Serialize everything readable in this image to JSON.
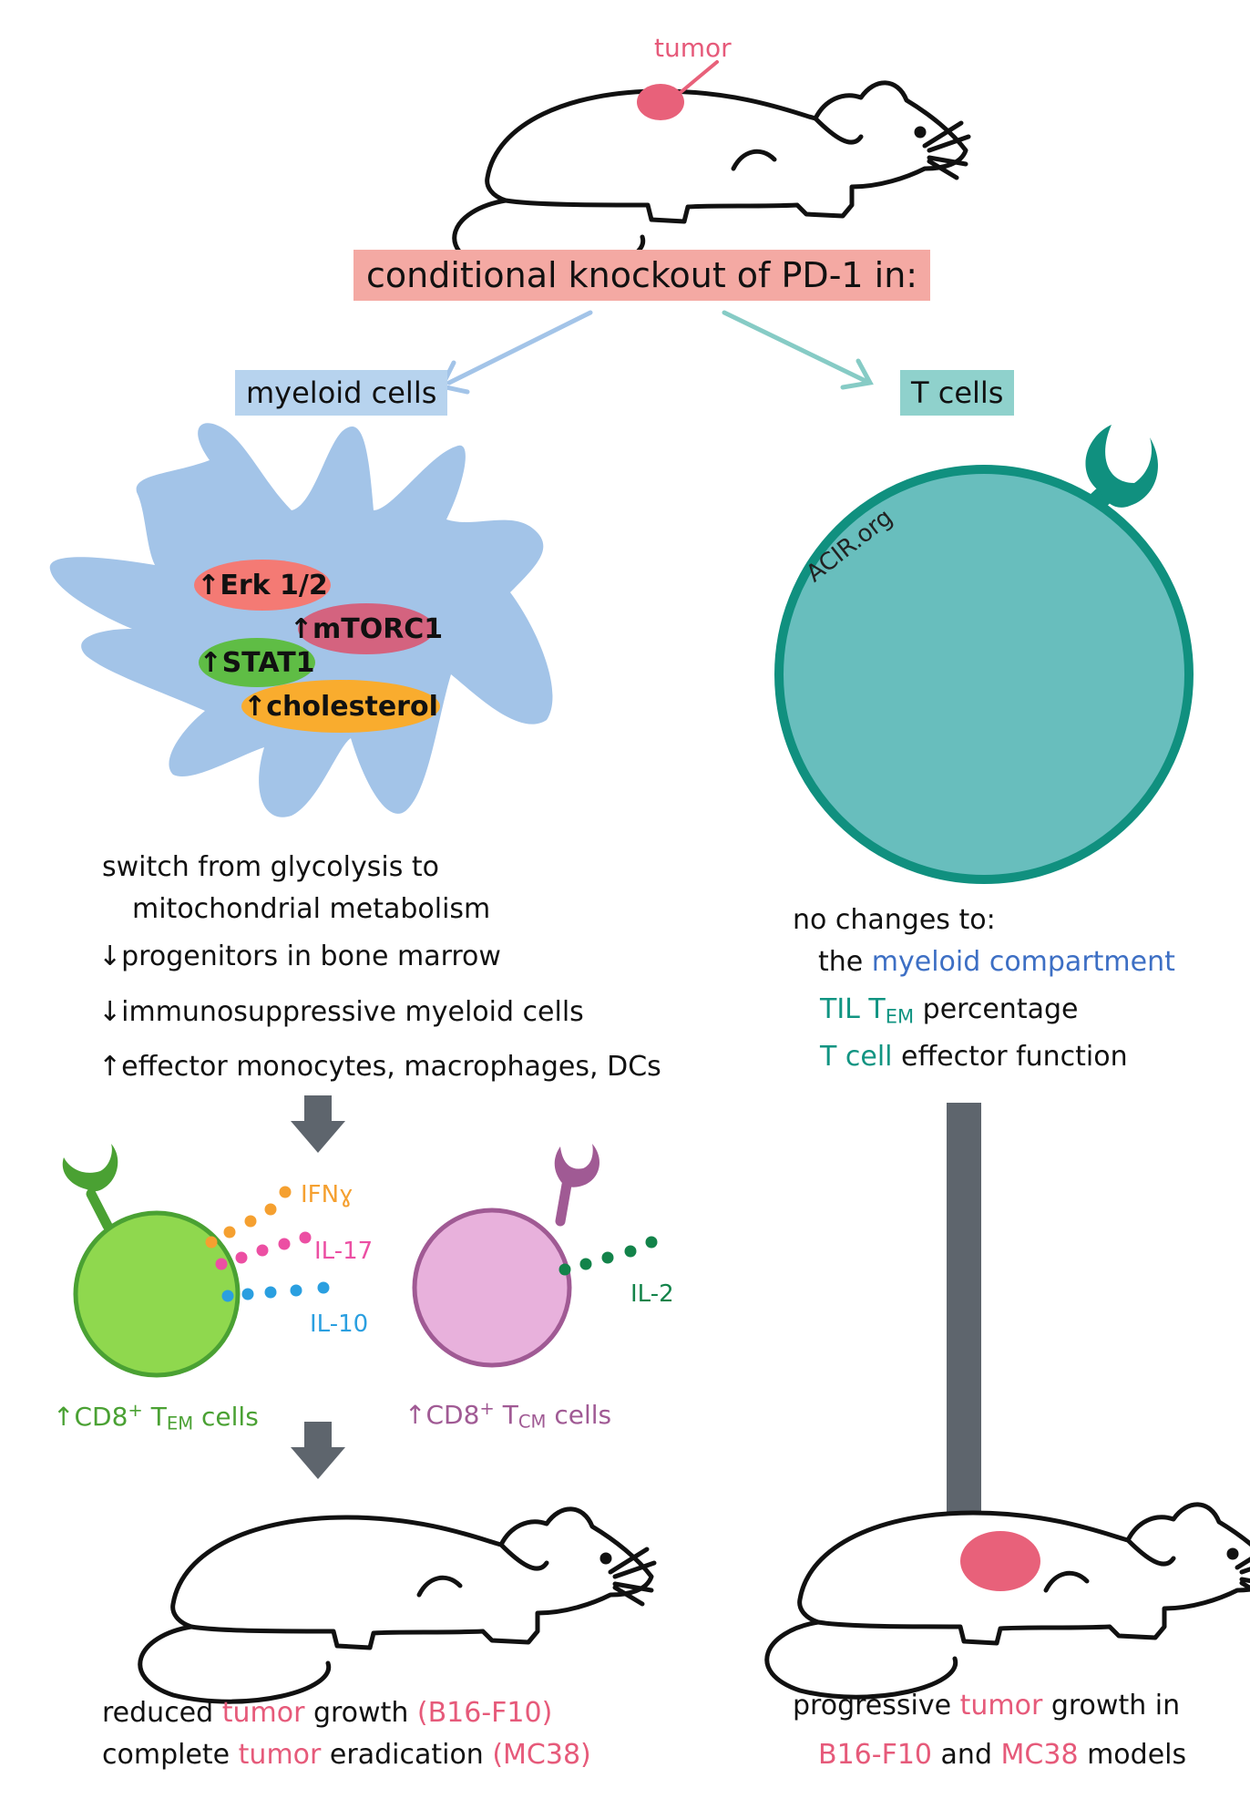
{
  "tumor_label": "tumor",
  "title": "conditional knockout of PD-1 in:",
  "branches": {
    "myeloid": {
      "label": "myeloid cells"
    },
    "tcells": {
      "label": "T cells"
    }
  },
  "watermark": "ACIR.org",
  "pills": {
    "erk": "↑Erk 1/2",
    "mtorc1": "↑mTORC1",
    "stat1": "↑STAT1",
    "cholesterol": "↑cholesterol"
  },
  "myeloid_effects": {
    "l1": "switch from glycolysis to",
    "l2": "mitochondrial metabolism",
    "l3": "↓progenitors in bone marrow",
    "l4": "↓immunosuppressive myeloid cells",
    "l5": "↑effector monocytes, macrophages, DCs"
  },
  "tcell_effects": {
    "intro": "no changes to:",
    "l1a": "the ",
    "l1b": "myeloid compartment",
    "l2a": "TIL T",
    "l2sub": "EM",
    "l2b": " percentage",
    "l3a": "T cell",
    "l3b": " effector function"
  },
  "cytokines": {
    "ifng": "IFNɣ",
    "il17": "IL-17",
    "il10": "IL-10",
    "il2": "IL-2"
  },
  "cell_labels": {
    "tem_a": "↑CD8",
    "tem_sup": "+",
    "tem_b": " T",
    "tem_sub": "EM",
    "tem_c": " cells",
    "tcm_a": "↑CD8",
    "tcm_sup": "+",
    "tcm_b": " T",
    "tcm_sub": "CM",
    "tcm_c": " cells"
  },
  "outcome_left": {
    "l1a": "reduced ",
    "l1b": "tumor",
    "l1c": " growth ",
    "l1d": "(B16-F10)",
    "l2a": "complete ",
    "l2b": "tumor",
    "l2c": " eradication ",
    "l2d": "(MC38)"
  },
  "outcome_right": {
    "l1a": "progressive ",
    "l1b": "tumor",
    "l1c": " growth in",
    "l2a": "B16-F10",
    "l2b": " and ",
    "l2c": "MC38",
    "l2d": " models"
  },
  "colors": {
    "tumor": "#e8617a",
    "title_bg": "#f4a9a3",
    "myeloid_bg": "#b7d3ee",
    "tcell_bg": "#8fd1cc",
    "myeloid_cell": "#a3c4e8",
    "tcell_fill": "#68bebd",
    "tcell_stroke": "#10907f",
    "tem_fill": "#8fd84e",
    "tem_stroke": "#4aa133",
    "tcm_fill": "#e8b1dc",
    "tcm_stroke": "#a05a94",
    "arrow_dark": "#5e656d",
    "erk": "#f47a74",
    "mtorc1": "#d4637f",
    "stat1": "#5fbd45",
    "cholesterol": "#f9ac2e",
    "ifng": "#f5a030",
    "il17": "#ec4fa3",
    "il10": "#2a9fe0",
    "il2": "#13834a"
  }
}
